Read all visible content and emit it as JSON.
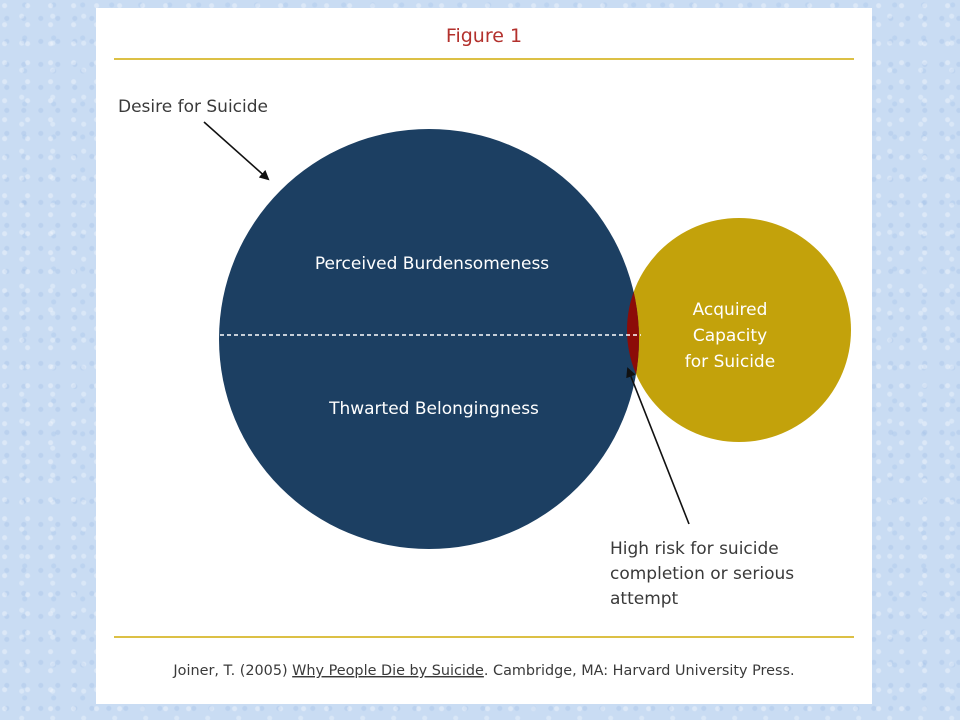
{
  "figure": {
    "title": "Figure 1",
    "desire_label": "Desire for Suicide",
    "burden_label": "Perceived Burdensomeness",
    "belonging_label": "Thwarted Belongingness",
    "capacity_lines": [
      "Acquired",
      "Capacity",
      "for Suicide"
    ],
    "risk_lines": [
      "High risk for suicide",
      "completion or serious",
      "attempt"
    ]
  },
  "citation": {
    "prefix": "Joiner, T. (2005) ",
    "title": "Why People Die by Suicide",
    "suffix": ". Cambridge, MA: Harvard University Press."
  },
  "colors": {
    "desire_circle": "#1c3f62",
    "capacity_circle": "#c3a20b",
    "overlap": "#8c0c08",
    "title_text": "#b3312d",
    "rule_lines": "#dcc045",
    "body_text": "#3a3a3a",
    "panel": "#ffffff"
  }
}
